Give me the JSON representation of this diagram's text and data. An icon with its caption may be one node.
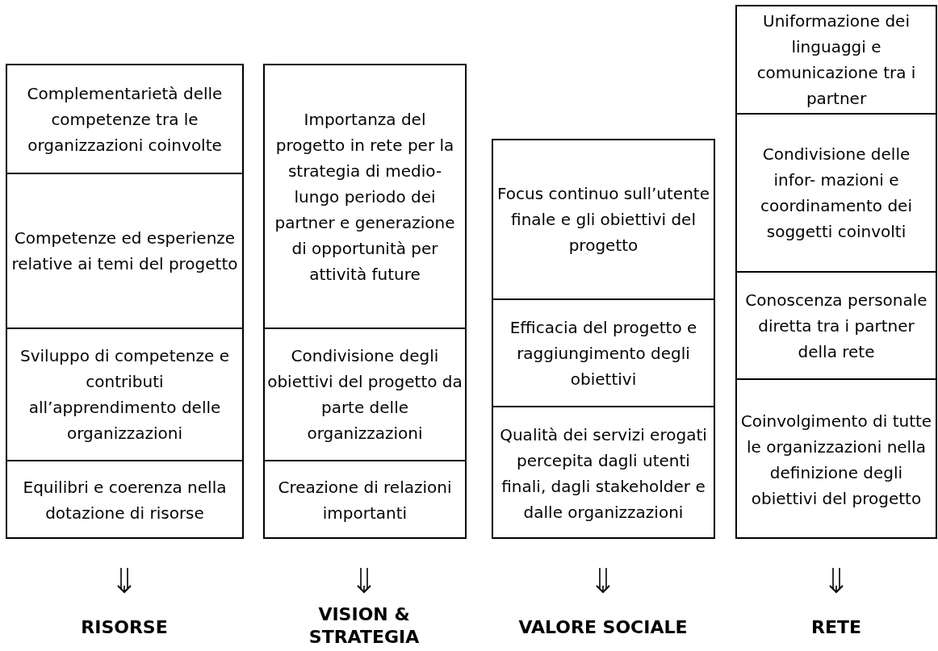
{
  "diagram": {
    "nodes": [
      {
        "text": [],
        "shape": "box"
      },
      {
        "text": [
          "Complementarietà delle competenze tra le organizzazioni coinvolte"
        ],
        "in": 0
      },
      {
        "text": [
          "Competenze ed esperienze relative ai temi del progetto"
        ],
        "in": 0
      },
      {
        "text": [
          "Sviluppo di competenze e contributi all’apprendimento delle organizzazioni"
        ],
        "in": 0
      },
      {
        "text": [
          "Equilibri e coerenza nella dotazione di risorse"
        ],
        "in": 0
      },
      {
        "text": [],
        "shape": "box"
      },
      {
        "text": [
          "Importanza del progetto in rete per la strategia di medio-lungo periodo dei partner e generazione di opportunità per attività future"
        ],
        "in": 5
      },
      {
        "text": [
          "Condivisione degli obiettivi del progetto da parte delle organizzazioni"
        ],
        "in": 5
      },
      {
        "text": [
          "Creazione di relazioni importanti"
        ],
        "in": 5
      },
      {
        "text": [],
        "shape": "box"
      },
      {
        "text": [
          "Focus continuo sull’utente finale e gli obiettivi del progetto"
        ],
        "in": 9
      },
      {
        "text": [
          "Efficacia del progetto e raggiungimento degli obiettivi"
        ],
        "in": 9
      },
      {
        "text": [
          "Qualità dei servizi erogati percepita dagli utenti finali, dagli stakeholder e dalle organizzazioni"
        ],
        "in": 9
      },
      {
        "text": [],
        "shape": "box"
      },
      {
        "text": [
          "Uniformazione dei linguaggi e comunicazione tra i partner"
        ],
        "in": 13
      },
      {
        "text": [
          "Condivisione delle infor- mazioni e coordinamento dei soggetti coinvolti"
        ],
        "in": 13
      },
      {
        "text": [
          "Conoscenza personale diretta tra i partner della rete"
        ],
        "in": 13
      },
      {
        "text": [
          "Coinvolgimento di tutte le organizzazioni nella definizione degli obiettivi del progetto"
        ],
        "in": 13
      },
      {
        "text": [
          "RISORSE"
        ]
      },
      {
        "text": [
          "VISION & STRATEGIA"
        ]
      },
      {
        "text": [
          "VALORE SOCIALE"
        ]
      },
      {
        "text": [
          "RETE"
        ]
      }
    ],
    "edges": [
      {
        "from": 0,
        "to": 18,
        "arrow": "to"
      },
      {
        "from": 5,
        "to": 19,
        "arrow": "to"
      },
      {
        "from": 9,
        "to": 20,
        "arrow": "to"
      },
      {
        "from": 13,
        "to": 21,
        "arrow": "to"
      }
    ]
  }
}
